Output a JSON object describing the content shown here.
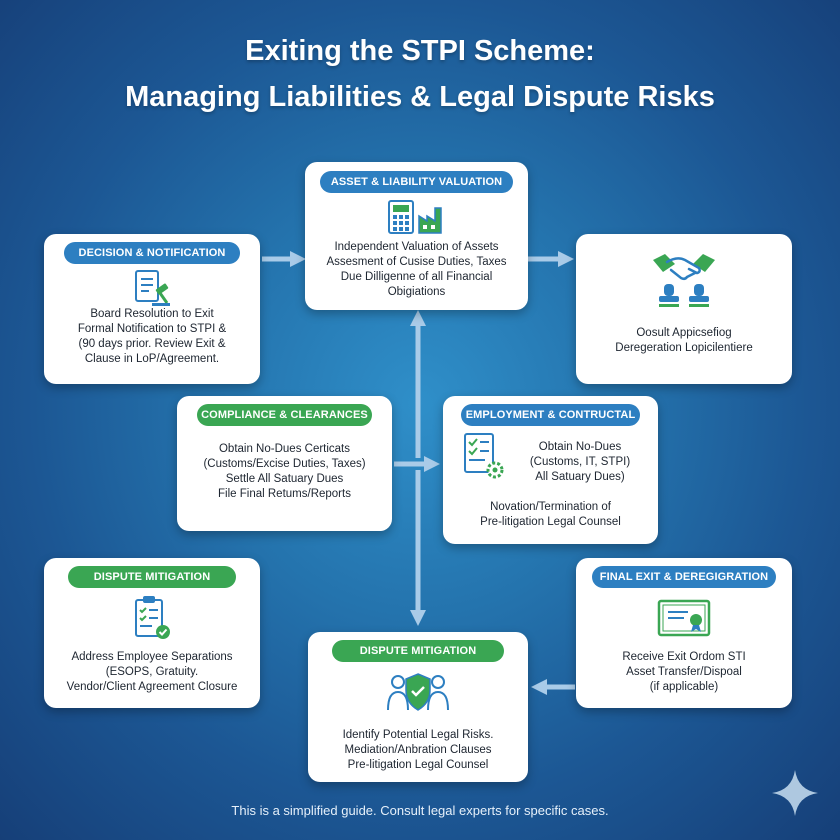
{
  "title": {
    "line1": "Exiting the STPI Scheme:",
    "line2": "Managing Liabilities & Legal Dispute Risks"
  },
  "cards": {
    "decision": {
      "label": "DECISION & NOTIFICATION",
      "icon": "document-gavel-icon",
      "lines": [
        "Board Resolution to Exit",
        "Formal Notification to STPI &",
        "(90 days prior.  Review Exit &",
        "Clause in LoP/Agreement."
      ]
    },
    "valuation": {
      "label": "ASSET & LIABILITY VALUATION",
      "icon": "calculator-factory-icon",
      "lines": [
        "Independent Valuation of Assets",
        "Assesment of Cusise Duties, Taxes",
        "Due Dilligenne of all Financial",
        "Obigiations"
      ]
    },
    "consult": {
      "label": "",
      "icon": "handshake-stamps-icon",
      "lines": [
        "Oosult Appicsefiog",
        "Deregeration Lopicilentiere"
      ]
    },
    "compliance": {
      "label": "COMPLIANCE & CLEARANCES",
      "lines": [
        "Obtain No-Dues Certicats",
        "(Customs/Excise Duties, Taxes)",
        "Settle All Satuary Dues",
        "File Final Retums/Reports"
      ]
    },
    "employment": {
      "label": "EMPLOYMENT & CONTRUCTAL",
      "icon": "checklist-gear-icon",
      "lines_right": [
        "Obtain No-Dues",
        "(Customs, IT, STPI)",
        "All Satuary Dues)"
      ],
      "lines_bottom": [
        "Novation/Termination of",
        "Pre-litigation Legal Counsel"
      ]
    },
    "dispute_left": {
      "label": "DISPUTE MITIGATION",
      "icon": "clipboard-check-icon",
      "lines": [
        "Address Employee Separations",
        "(ESOPS, Gratuity.",
        "Vendor/Client Agreement Closure"
      ]
    },
    "dispute_center": {
      "label": "DISPUTE MITIGATION",
      "icon": "people-shield-icon",
      "lines": [
        "Identify Potential Legal Risks.",
        "Mediation/Anbration Clauses",
        "Pre-litigation Legal Counsel"
      ]
    },
    "final": {
      "label": "FINAL EXIT & DEREGIGRATION",
      "icon": "certificate-icon",
      "lines": [
        "Receive Exit Ordom STI",
        "Asset Transfer/Dispoal",
        "(if applicable)"
      ]
    }
  },
  "footer": "This is a simplified guide. Consult legal experts for specific cases.",
  "colors": {
    "pill_blue": "#2d7fc1",
    "pill_green": "#3aa653",
    "arrow": "#a9cbe8",
    "icon_blue": "#2d7fc1",
    "icon_green": "#3aa653"
  }
}
